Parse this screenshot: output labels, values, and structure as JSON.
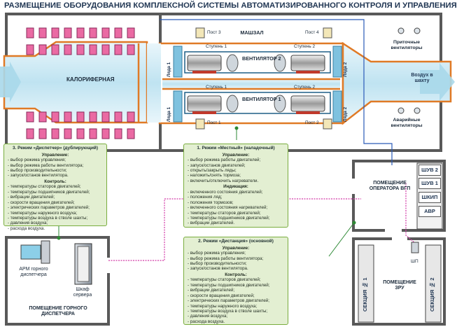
{
  "title": "РАЗМЕЩЕНИЕ ОБОРУДОВАНИЯ КОМПЛЕКСНОЙ СИСТЕМЫ АВТОМАТИЗИРОВАННОГО КОНТРОЛЯ И УПРАВЛЕНИЯ ВГП",
  "machine_hall": "МАШЗАЛ",
  "heater_room": "КАЛОРИФЕРНАЯ",
  "air_outlet": "Воздух в шахту",
  "supply_fans": "Приточные вентиляторы",
  "emergency_fans": "Аварийные вентиляторы",
  "fan_units": [
    {
      "name": "ВЕНТИЛЯТОР 2",
      "stage1": "Ступень 1",
      "stage2": "Ступень 2",
      "damper_left": "Ляда 1",
      "damper_right": "Ляда 2"
    },
    {
      "name": "ВЕНТИЛЯТОР 1",
      "stage1": "Ступень 1",
      "stage2": "Ступень 2",
      "damper_left": "Ляда 1",
      "damper_right": "Ляда 2"
    }
  ],
  "posts": {
    "p1": "Пост 1",
    "p2": "Пост 2",
    "p3": "Пост 3",
    "p4": "Пост 4"
  },
  "modes": {
    "dispatcher": {
      "header": "3. Режим «Диспетчер» (дублирующий)",
      "control_title": "Управление:",
      "control": [
        "- выбор режима управления;",
        "- выбор режима работы вентилятора;",
        "- выбор производительности;",
        "- запуск/останов вентилятора."
      ],
      "monitor_title": "Контроль:",
      "monitor": [
        "- температуры статоров двигателей;",
        "- температуры подшипников двигателей;",
        "- вибрации двигателей;",
        "- скорости вращения двигателей;",
        "- электрических параметров двигателей;",
        "- температуры наружного воздуха;",
        "- температуры воздуха в стволе шахты;",
        "- давления воздуха;",
        "- расхода воздуха."
      ]
    },
    "local": {
      "header": "1. Режим «Местный» (наладочный)",
      "control_title": "Управление:",
      "control": [
        "- выбор режима работы двигателей;",
        "- запуск/останов двигателей;",
        "- открыть/закрыть ляды;",
        "- наложить/снять тормоза;",
        "- включить/отключить нагреватели."
      ],
      "indication_title": "Индикация:",
      "indication": [
        "- включенного состояния двигателей;",
        "- положения ляд;",
        "- положения тормозов;",
        "- включенного состояния нагревателей;",
        "- температуры статоров двигателей;",
        "- температуры подшипников двигателей;",
        "- вибрации двигателей."
      ]
    },
    "remote": {
      "header": "2. Режим «Дистанция» (основной)",
      "control_title": "Управление:",
      "control": [
        "- выбор режима управления;",
        "- выбор режима работы вентилятора;",
        "- выбор производительности;",
        "- запуск/останов вентилятора."
      ],
      "monitor_title": "Контроль:",
      "monitor": [
        "- температуры статоров двигателей;",
        "- температуры подшипников двигателей;",
        "- вибрации двигателей;",
        "- скорости вращения двигателей;",
        "- электрических параметров двигателей;",
        "- температуры наружного воздуха;",
        "- температуры воздуха в стволе шахты;",
        "- давления воздуха;",
        "- расхода воздуха."
      ]
    }
  },
  "dispatcher_room": "ПОМЕЩЕНИЕ ГОРНОГО ДИСПЕТЧЕРА",
  "workstation": "АРМ горного диспетчера",
  "server_cabinet": "Шкаф сервера",
  "operator_room": "ПОМЕЩЕНИЕ ОПЕРАТОРА ВГП",
  "cabinets": [
    "ШУВ 2",
    "ШУВ 1",
    "ШКИП",
    "АВР"
  ],
  "zru_room": "ПОМЕЩЕНИЕ ЗРУ",
  "sections": [
    "СЕКЦИЯ № 1",
    "СЕКЦИЯ № 2"
  ],
  "shp": "ШП"
}
